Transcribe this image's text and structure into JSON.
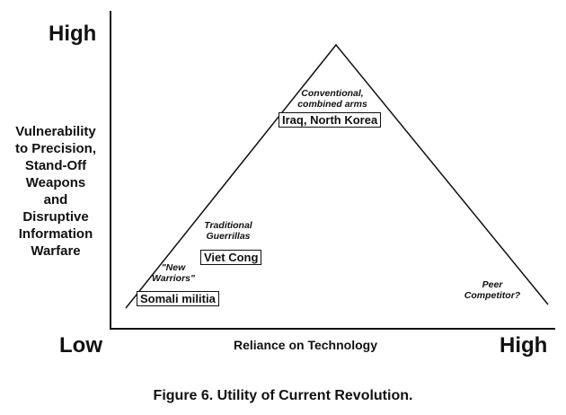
{
  "y_axis": {
    "high_label": "High",
    "low_label": "Low",
    "title": "Vulnerability\nto Precision,\nStand-Off\nWeapons\nand\nDisruptive\nInformation\nWarfare"
  },
  "x_axis": {
    "title": "Reliance on Technology",
    "high_label": "High"
  },
  "annotations": {
    "somali": {
      "note": "\"New\nWarriors\"",
      "label": "Somali militia"
    },
    "vietcong": {
      "note": "Traditional\nGuerrillas",
      "label": "Viet Cong"
    },
    "iraq": {
      "note": "Conventional,\ncombined arms",
      "label": "Iraq, North Korea"
    },
    "peer": {
      "note": "Peer\nCompetitor?"
    }
  },
  "caption": "Figure 6.  Utility of Current Revolution."
}
